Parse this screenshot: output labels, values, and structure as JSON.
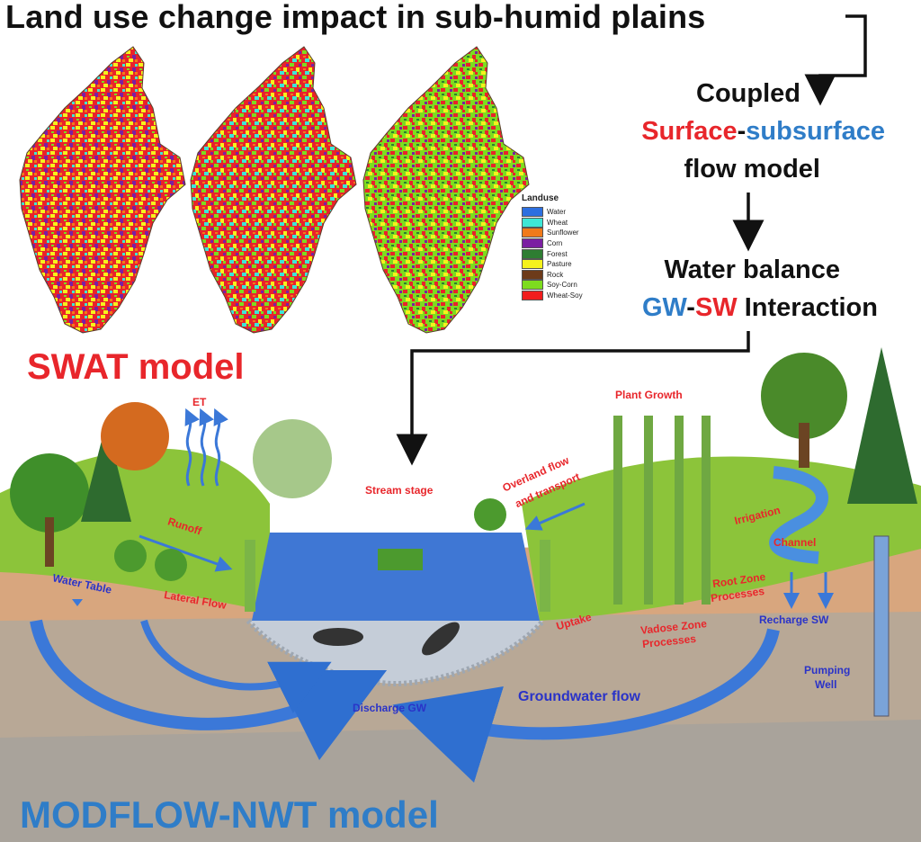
{
  "title": "Land use change impact in sub-humid plains",
  "right_panel": {
    "line1": "Coupled",
    "line2_surface": "Surface",
    "line2_dash": "-",
    "line2_subsurface": "subsurface",
    "line3": "flow model",
    "line4": "Water balance",
    "line5_gw": "GW",
    "line5_dash": "-",
    "line5_sw": "SW",
    "line5_rest": " Interaction"
  },
  "swat_label": "SWAT model",
  "modflow_label": "MODFLOW-NWT model",
  "legend": {
    "title": "Landuse",
    "items": [
      {
        "label": "Water",
        "color": "#2d6fe0"
      },
      {
        "label": "Wheat",
        "color": "#3ee6d6"
      },
      {
        "label": "Sunflower",
        "color": "#f07a1a"
      },
      {
        "label": "Corn",
        "color": "#7b1fa2"
      },
      {
        "label": "Forest",
        "color": "#2e7d32"
      },
      {
        "label": "Pasture",
        "color": "#f5f21c"
      },
      {
        "label": "Rock",
        "color": "#6d3b1a"
      },
      {
        "label": "Soy-Corn",
        "color": "#7ddc1f"
      },
      {
        "label": "Wheat-Soy",
        "color": "#f11d1d"
      }
    ]
  },
  "diagram_labels": {
    "et": "ET",
    "runoff": "Runoff",
    "water_table": "Water Table",
    "lateral_flow": "Lateral Flow",
    "stream_stage": "Stream stage",
    "overland": "Overland flow",
    "overland2": "and transport",
    "plant_growth": "Plant Growth",
    "irrigation": "Irrigation",
    "channel": "Channel",
    "root_zone": "Root Zone",
    "root_zone2": "Processes",
    "recharge_sw": "Recharge SW",
    "uptake": "Uptake",
    "vadose": "Vadose Zone",
    "vadose2": "Processes",
    "pumping": "Pumping",
    "pumping2": "Well",
    "groundwater_flow": "Groundwater flow",
    "discharge_gw": "Discharge GW"
  }
}
